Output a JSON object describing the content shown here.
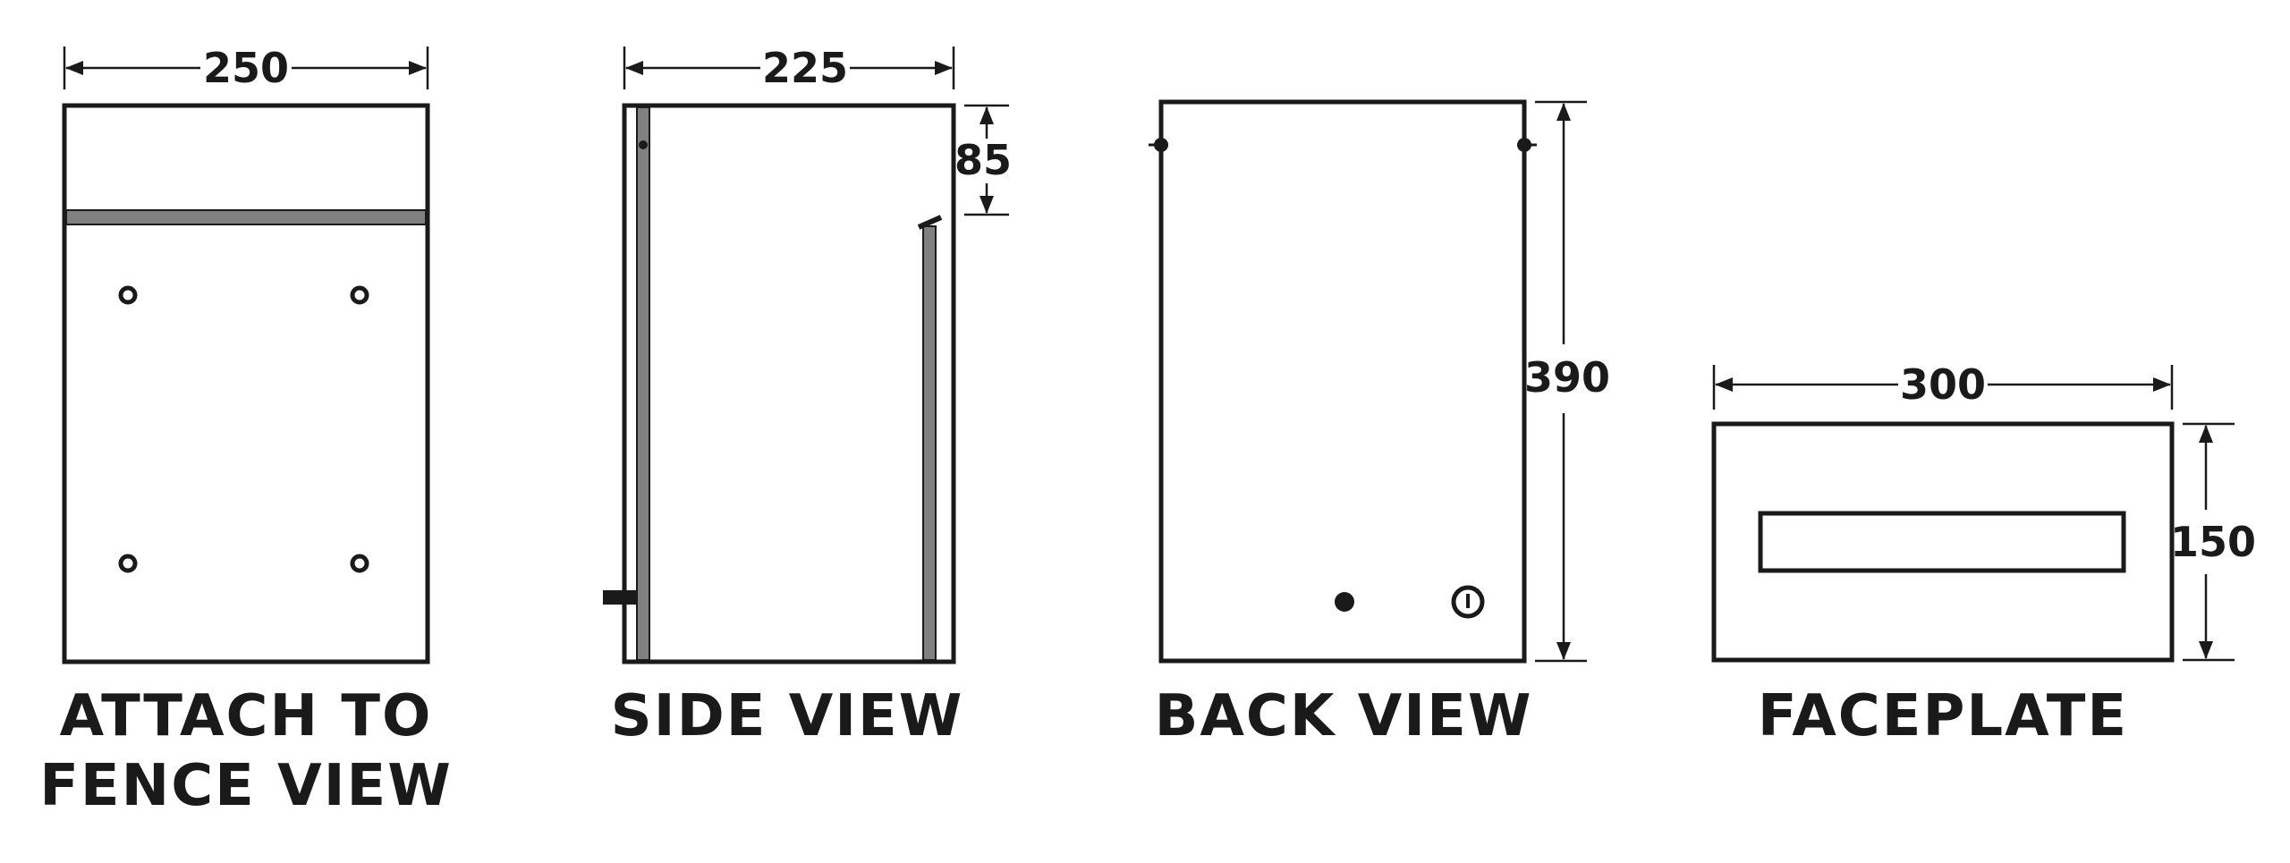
{
  "views": {
    "fence": {
      "width_dim": "250",
      "caption_line1": "ATTACH TO",
      "caption_line2": "FENCE VIEW"
    },
    "side": {
      "width_dim": "225",
      "slot_dim": "85",
      "caption": "SIDE VIEW"
    },
    "back": {
      "height_dim": "390",
      "caption": "BACK VIEW"
    },
    "faceplate": {
      "width_dim": "300",
      "height_dim": "150",
      "caption": "FACEPLATE"
    }
  },
  "colors": {
    "line": "#1a1a1a",
    "panel_grey": "#808080",
    "background": "#ffffff"
  }
}
